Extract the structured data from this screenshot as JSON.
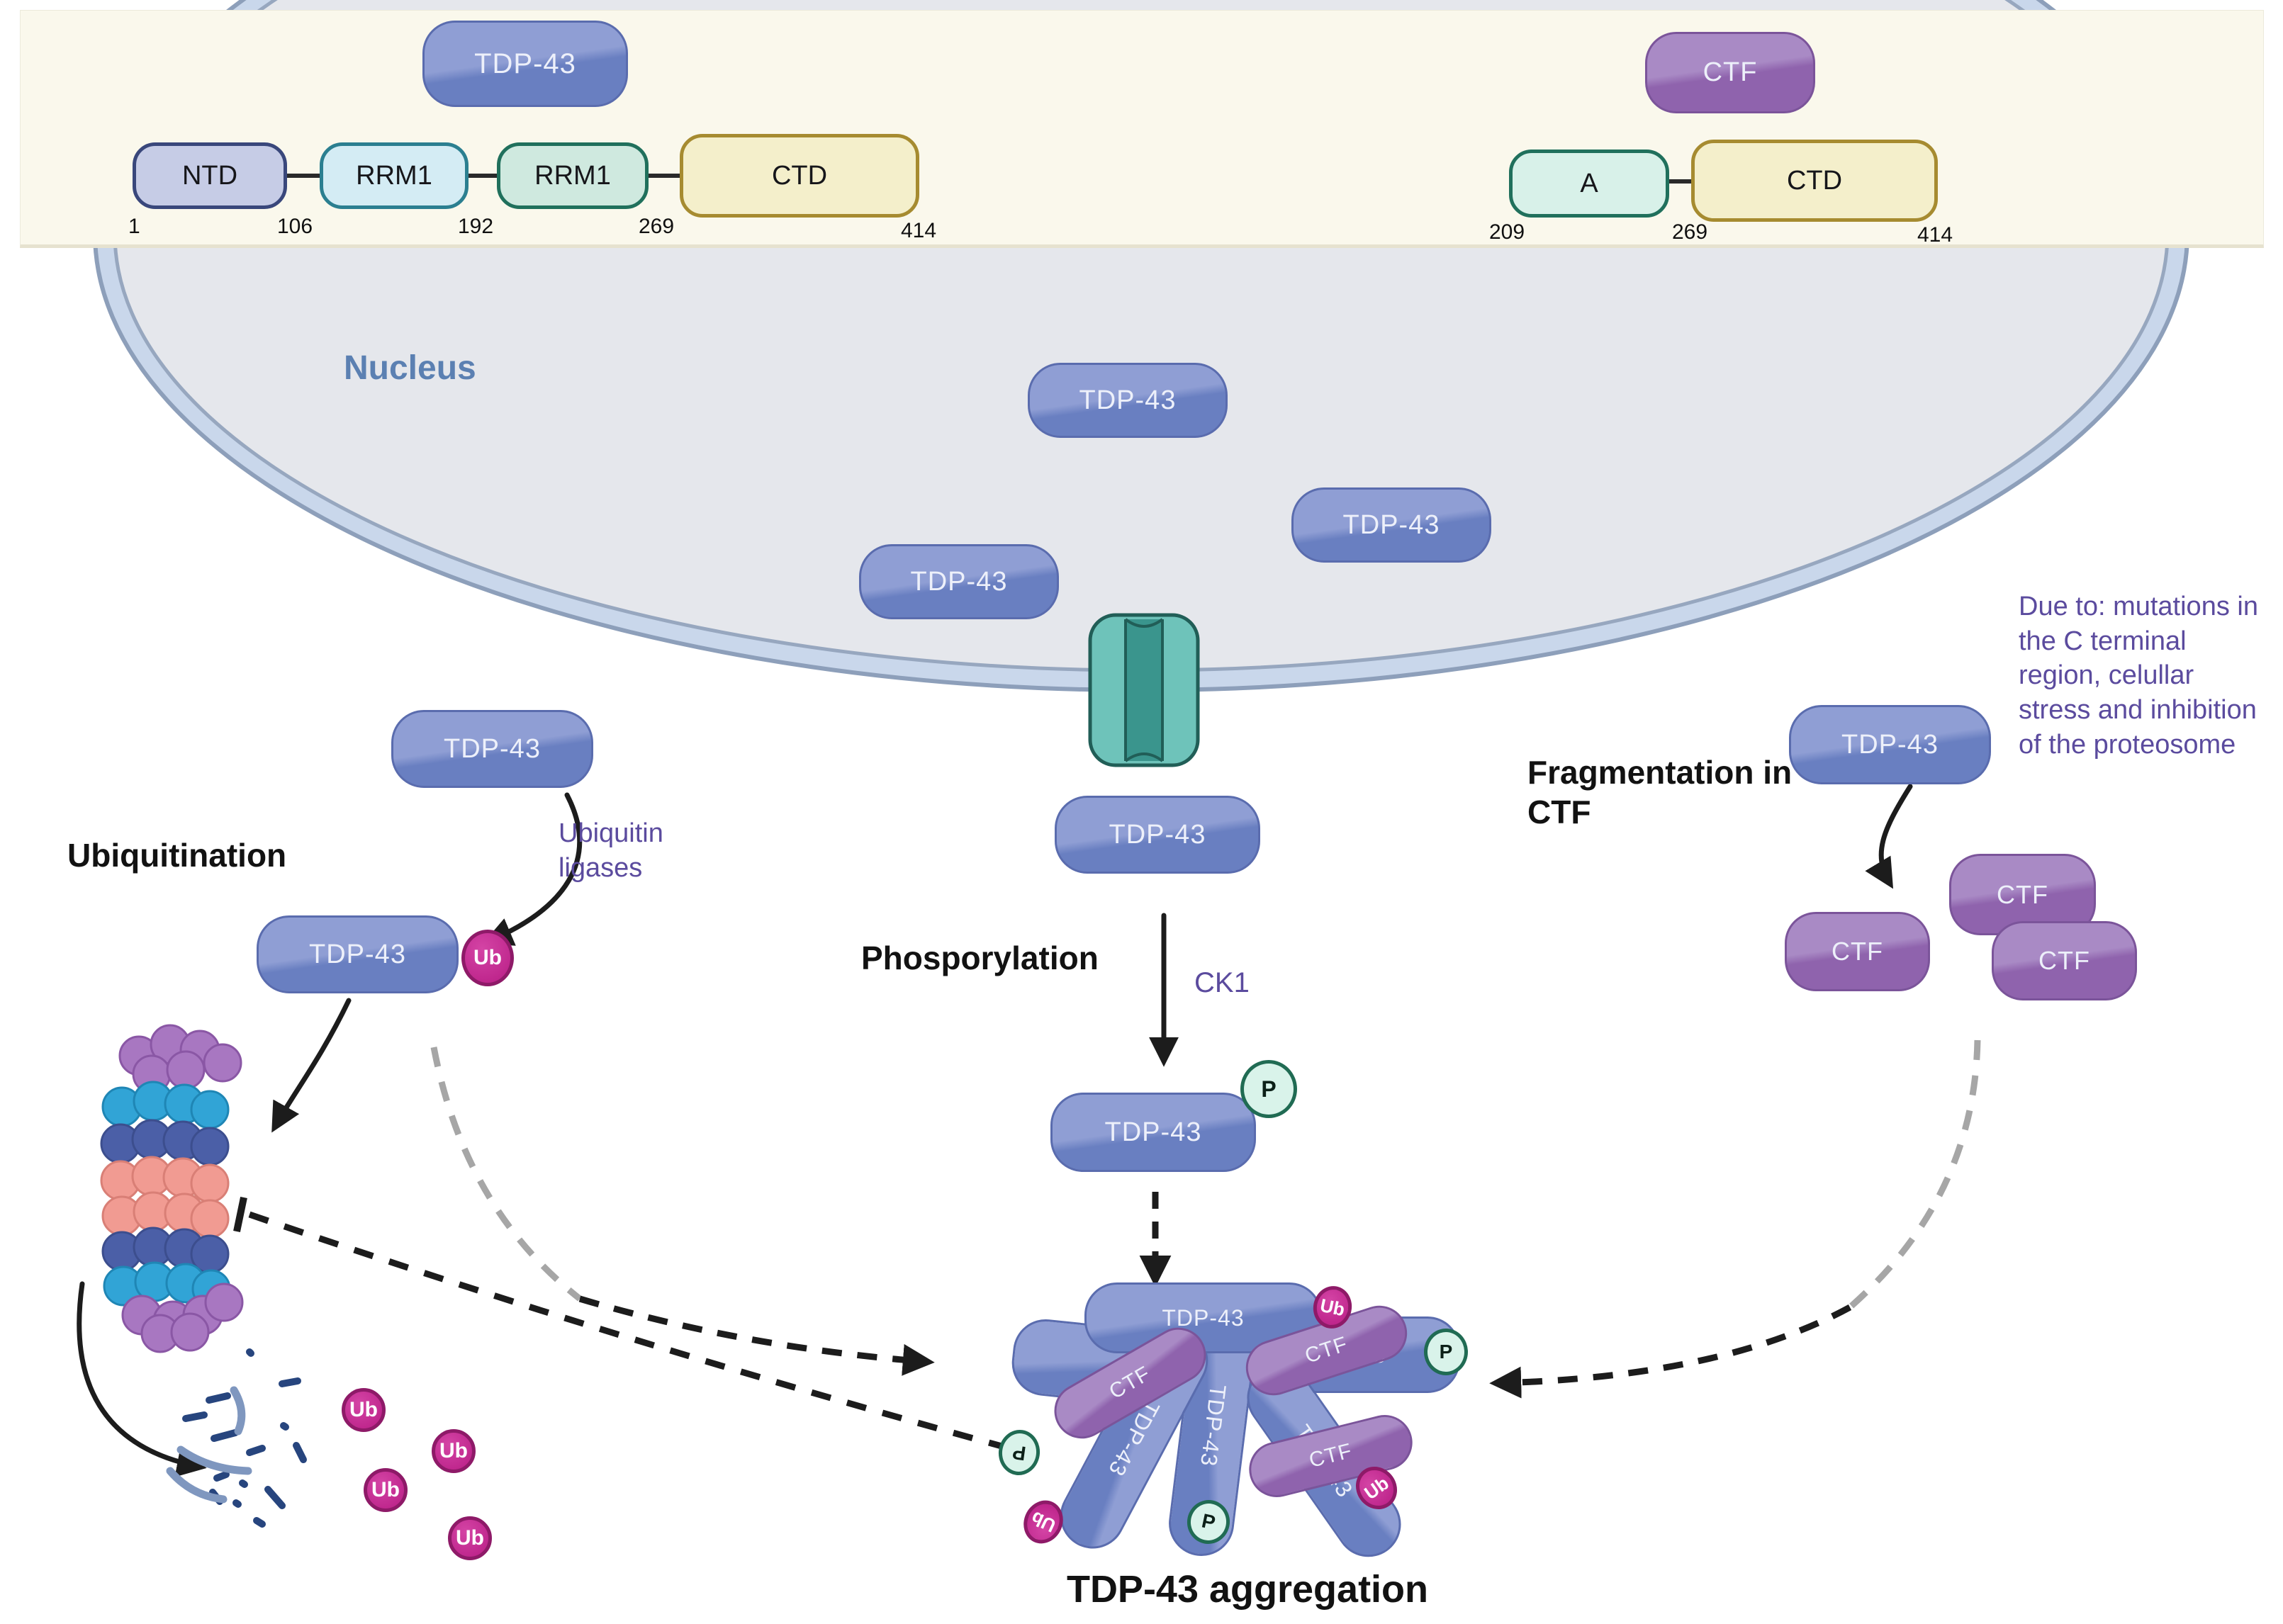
{
  "labels": {
    "tdp43": "TDP-43",
    "ctf": "CTF",
    "ub": "Ub",
    "p": "P",
    "nucleus": "Nucleus"
  },
  "left_diagram": {
    "title": "TDP-43",
    "domains": [
      "NTD",
      "RRM1",
      "RRM1",
      "CTD"
    ],
    "residues": [
      "1",
      "106",
      "192",
      "269",
      "414"
    ]
  },
  "right_diagram": {
    "title": "CTF",
    "domains": [
      "A",
      "CTD"
    ],
    "residues": [
      "209",
      "269",
      "414"
    ]
  },
  "ubiquitination": {
    "heading": "Ubiquitination",
    "enzyme": "Ubiquitin ligases"
  },
  "phosphorylation": {
    "heading": "Phosporylation",
    "kinase": "CK1"
  },
  "fragmentation": {
    "heading": "Fragmentation in CTF",
    "note": "Due to: mutations in the C terminal region, celullar stress and inhibition of the proteosome"
  },
  "aggregation": {
    "label": "TDP-43 aggregation"
  },
  "colors": {
    "tdp43_pill": "#6a81c4",
    "ctf_pill": "#9066ae",
    "ub_badge": "#c2268f",
    "p_badge": "#d9f3ea",
    "p_badge_border": "#206b53",
    "nucleus_fill": "#e5e7ec",
    "membrane_band": "#c9d7eb",
    "membrane_edge": "#8d9fba",
    "nuclear_pore": "#6ec3ba",
    "banner_bg": "#faf8ec",
    "annotation_text": "#5b4b9e",
    "nucleus_label": "#5b80b2",
    "ntd_fill": "#c6cce6",
    "rrm1_fill": "#d4ecf4",
    "rrm1b_fill": "#cfe9df",
    "ctd_fill": "#f4efcb",
    "proteasome_purple": "#a877c1",
    "proteasome_cyan": "#31a4d6",
    "proteasome_navy": "#4b5fa7",
    "proteasome_salmon": "#f19b92"
  }
}
